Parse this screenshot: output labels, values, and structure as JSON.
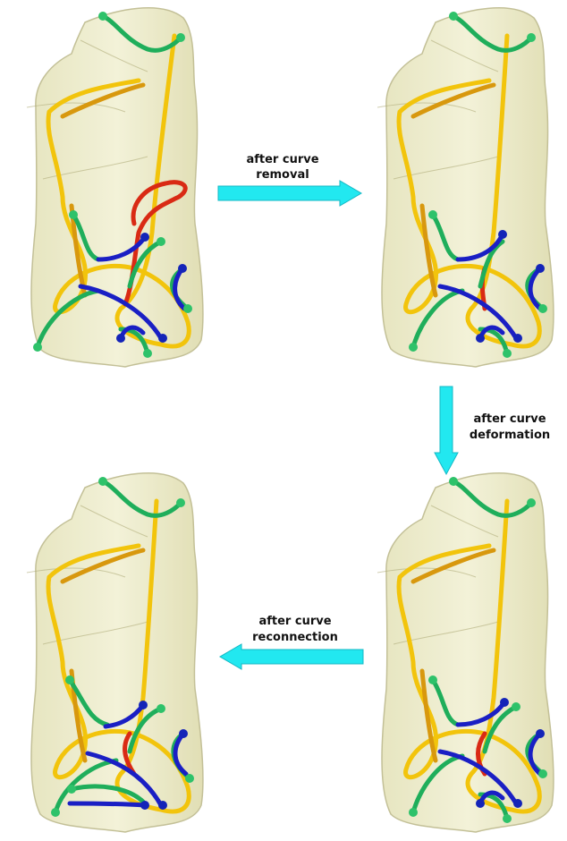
{
  "labels": {
    "removal": [
      "after curve",
      "removal"
    ],
    "deformation": [
      "after curve",
      "deformation"
    ],
    "reconnection": [
      "after curve",
      "reconnection"
    ]
  },
  "colors": {
    "arrow": "#22e8f0",
    "volume_fill": "#ecebc6",
    "volume_stroke": "#bcb98a",
    "curve_green": "#1fae5b",
    "curve_blue": "#1a1fc4",
    "curve_yellow": "#f2c40c",
    "curve_orange": "#d8980e",
    "curve_red": "#d92a14",
    "endpoint_green": "#2ec26a",
    "endpoint_blue": "#1424b8"
  },
  "panels": [
    {
      "name": "panel-original",
      "stage": "original"
    },
    {
      "name": "panel-after-removal",
      "stage": "removal"
    },
    {
      "name": "panel-after-deformation",
      "stage": "deformation"
    },
    {
      "name": "panel-after-reconnection",
      "stage": "reconnection"
    }
  ]
}
